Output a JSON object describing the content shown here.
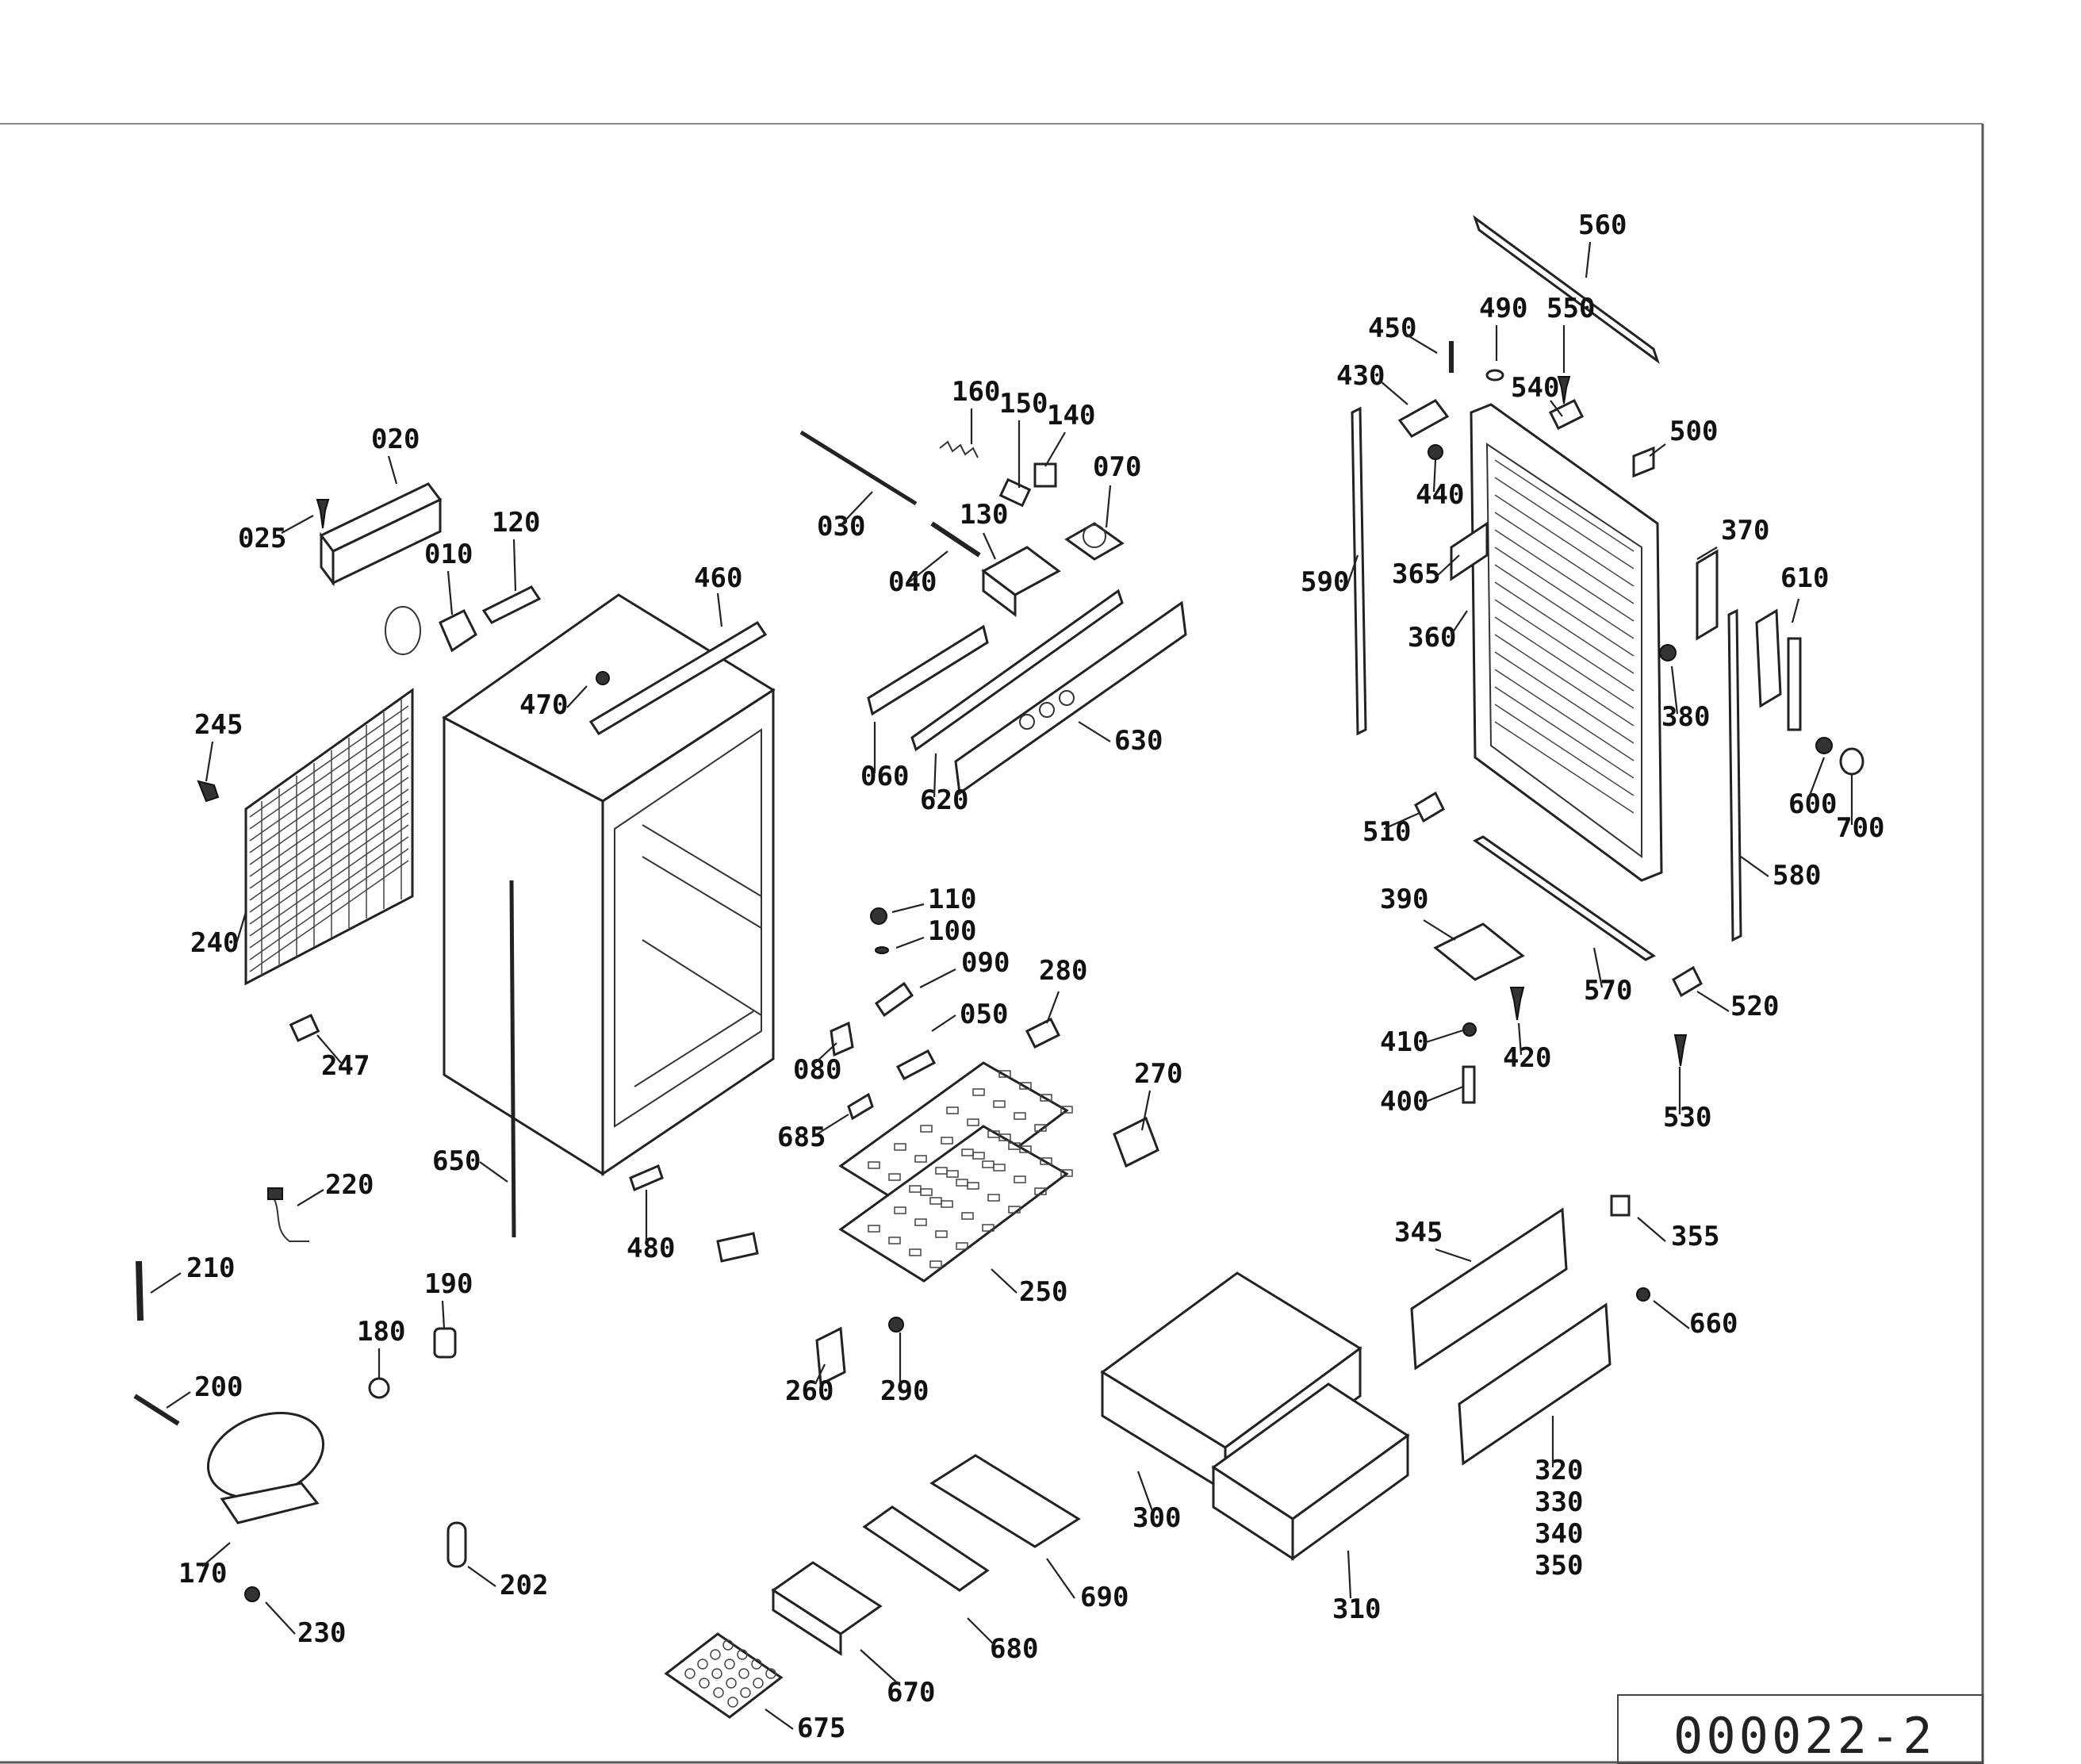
{
  "drawing_number": "000022-2",
  "callouts": [
    "020",
    "025",
    "010",
    "120",
    "460",
    "470",
    "245",
    "240",
    "247",
    "650",
    "480",
    "220",
    "210",
    "190",
    "180",
    "200",
    "170",
    "202",
    "230",
    "030",
    "040",
    "060",
    "620",
    "630",
    "160",
    "150",
    "140",
    "130",
    "070",
    "110",
    "100",
    "090",
    "080",
    "050",
    "685",
    "280",
    "270",
    "250",
    "260",
    "290",
    "300",
    "310",
    "675",
    "670",
    "680",
    "690",
    "560",
    "450",
    "490",
    "550",
    "430",
    "540",
    "500",
    "440",
    "590",
    "365",
    "360",
    "370",
    "610",
    "380",
    "600",
    "700",
    "580",
    "510",
    "390",
    "570",
    "520",
    "410",
    "420",
    "400",
    "530",
    "345",
    "355",
    "660",
    "320",
    "330",
    "340",
    "350"
  ]
}
